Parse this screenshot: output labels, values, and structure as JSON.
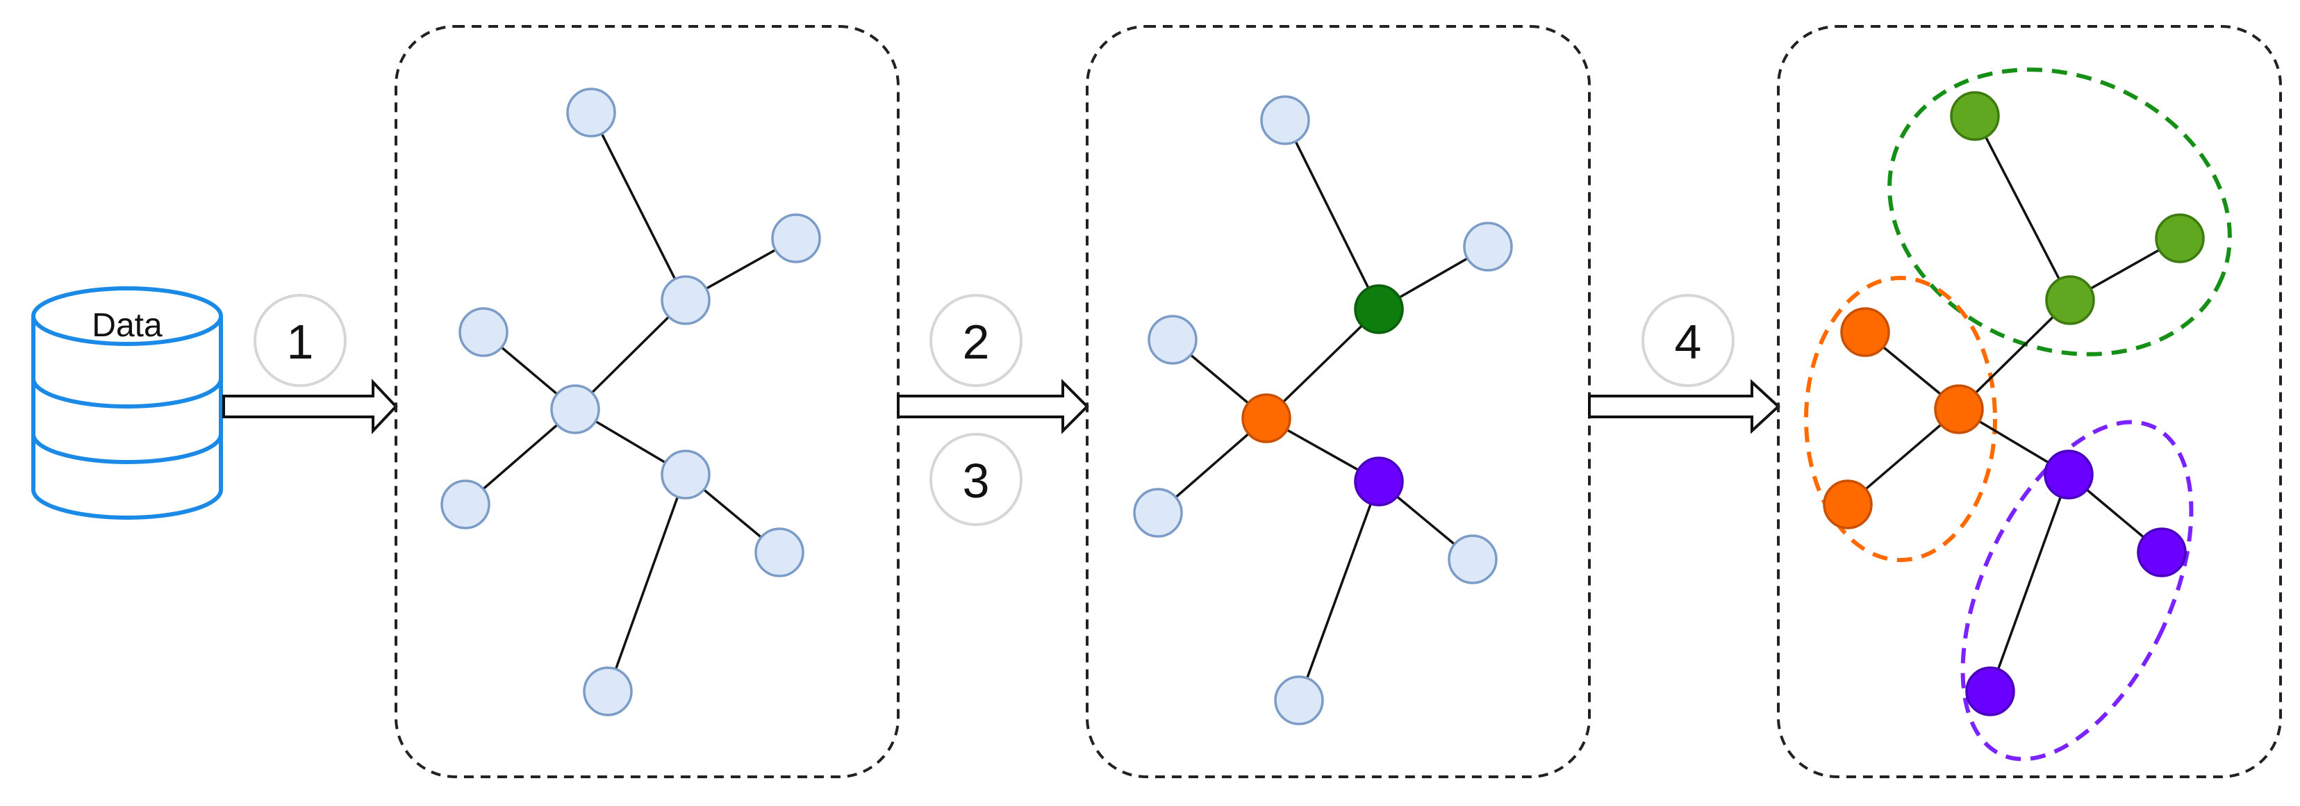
{
  "database": {
    "label": "Data",
    "color": "#1a8ae6"
  },
  "steps": [
    "1",
    "2",
    "3",
    "4"
  ],
  "node_colors": {
    "unassigned_fill": "#dce8f8",
    "unassigned_stroke": "#7c9cc8",
    "green_fill": "#0d7d0d",
    "green_stroke": "#0b5e0b",
    "light_green_fill": "#5fa820",
    "light_green_stroke": "#3d7a10",
    "orange_fill": "#ff6a00",
    "orange_stroke": "#c85000",
    "purple_fill": "#6a00ff",
    "purple_stroke": "#4a00c0"
  },
  "clusters": {
    "green": "#168f16",
    "orange": "#ff6a00",
    "purple": "#7a22ff"
  }
}
